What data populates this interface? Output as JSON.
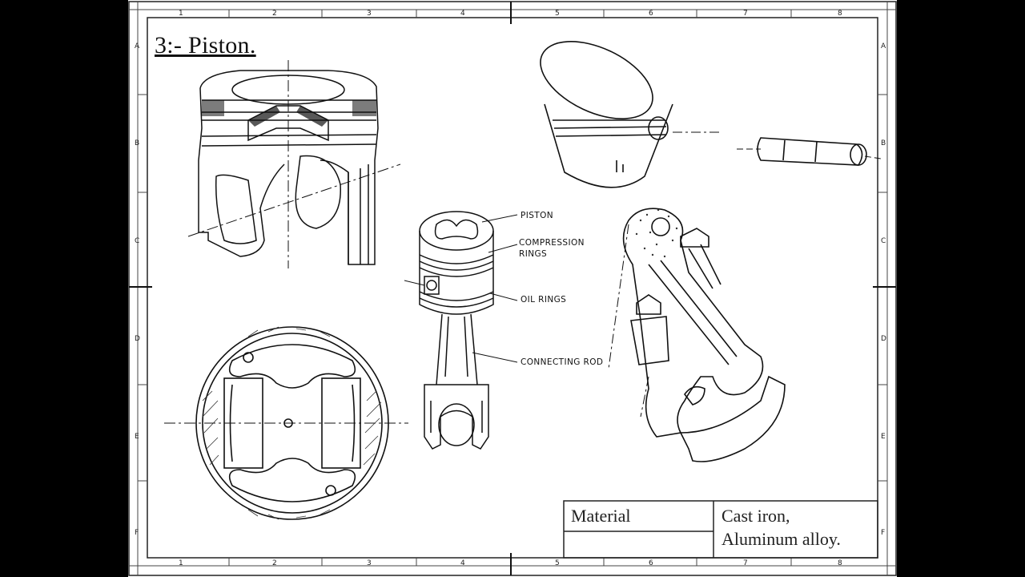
{
  "drawing": {
    "title": "3:- Piston.",
    "labels": {
      "piston": "PISTON",
      "compression_rings_1": "COMPRESSION",
      "compression_rings_2": "RINGS",
      "oil_rings": "OIL RINGS",
      "connecting_rod": "CONNECTING ROD"
    },
    "title_block": {
      "material_label": "Material",
      "material_value_1": "Cast iron,",
      "material_value_2": "Aluminum alloy."
    },
    "zones": {
      "columns": [
        "1",
        "2",
        "3",
        "4",
        "5",
        "6",
        "7",
        "8"
      ],
      "rows": [
        "A",
        "B",
        "C",
        "D",
        "E",
        "F"
      ]
    }
  }
}
